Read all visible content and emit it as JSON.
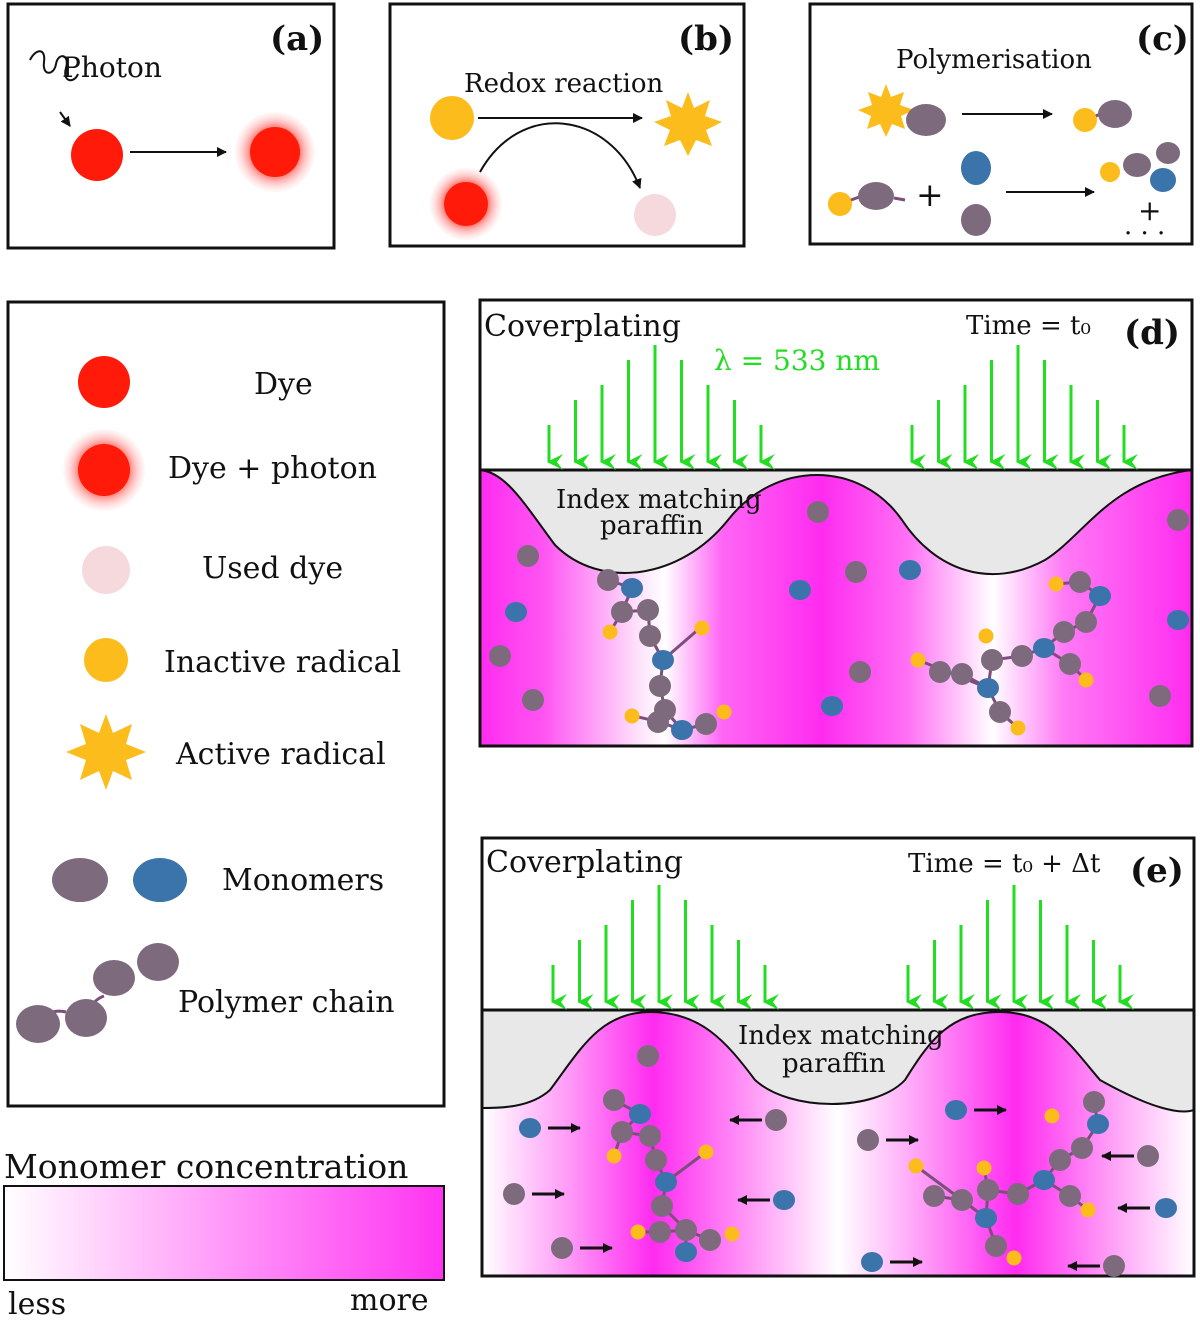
{
  "panels": {
    "a": {
      "label": "(a)",
      "photon": "Photon"
    },
    "b": {
      "label": "(b)",
      "reaction": "Redox reaction"
    },
    "c": {
      "label": "(c)",
      "process": "Polymerisation",
      "plus": "+",
      "dots": "· · ·"
    },
    "d": {
      "label": "(d)",
      "coverplating": "Coverplating",
      "time": "Time = t₀",
      "wavelength": "λ = 533 nm",
      "paraffin_line1": "Index matching",
      "paraffin_line2": "paraffin"
    },
    "e": {
      "label": "(e)",
      "coverplating": "Coverplating",
      "time": "Time = t₀ + Δt",
      "paraffin_line1": "Index matching",
      "paraffin_line2": "paraffin"
    }
  },
  "legend": {
    "dye": "Dye",
    "dye_photon": "Dye + photon",
    "used_dye": "Used dye",
    "inactive_radical": "Inactive radical",
    "active_radical": "Active radical",
    "monomers": "Monomers",
    "polymer_chain": "Polymer chain"
  },
  "colorbar": {
    "title": "Monomer concentration",
    "less": "less",
    "more": "more"
  },
  "colors": {
    "dye": "#ff1a0a",
    "used_dye": "#f6d9dc",
    "radical": "#fbbc1c",
    "monomer_grey": "#7d6a7d",
    "monomer_blue": "#3b73ab",
    "light": "#22dd22",
    "magenta": "#ff2bf0",
    "paraffin": "#e8e8e8"
  }
}
